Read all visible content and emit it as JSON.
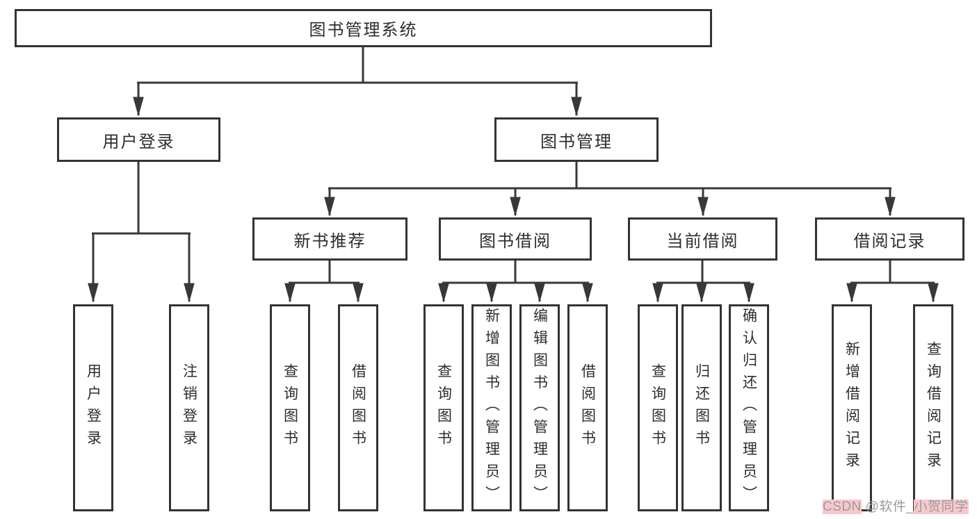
{
  "diagram": {
    "root": {
      "label": "图书管理系统"
    },
    "level2": [
      {
        "label": "用户登录"
      },
      {
        "label": "图书管理"
      }
    ],
    "level3": [
      {
        "label": "新书推荐"
      },
      {
        "label": "图书借阅"
      },
      {
        "label": "当前借阅"
      },
      {
        "label": "借阅记录"
      }
    ],
    "leaves": {
      "user_login": [
        {
          "label": "用户登录"
        },
        {
          "label": "注销登录"
        }
      ],
      "new_book": [
        {
          "label": "查询图书"
        },
        {
          "label": "借阅图书"
        }
      ],
      "book_borrow": [
        {
          "label": "查询图书"
        },
        {
          "label": "新增图书（管理员）"
        },
        {
          "label": "编辑图书（管理员）"
        },
        {
          "label": "借阅图书"
        }
      ],
      "current_borrow": [
        {
          "label": "查询图书"
        },
        {
          "label": "归还图书"
        },
        {
          "label": "确认归还（管理员）"
        }
      ],
      "borrow_records": [
        {
          "label": "新增借阅记录"
        },
        {
          "label": "查询借阅记录"
        }
      ]
    },
    "colors": {
      "line": "#383838",
      "border": "#333333",
      "text": "#2d2d2d"
    },
    "watermark": {
      "parts": [
        {
          "text": "CSDN",
          "highlight": true
        },
        {
          "text": " @软件_",
          "highlight": false
        },
        {
          "text": "小贺同学",
          "highlight": true
        }
      ],
      "text_color": "#9b9b9b",
      "highlight_color": "#f8c8cd"
    }
  }
}
